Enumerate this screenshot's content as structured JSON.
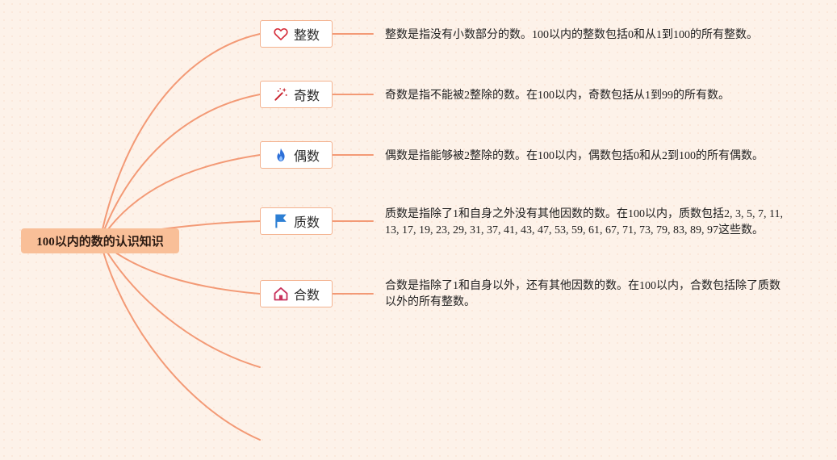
{
  "root": {
    "label": "100以内的数的认识知识"
  },
  "topics": [
    {
      "label": "整数",
      "icon": "heart-outline-icon",
      "description": "整数是指没有小数部分的数。100以内的整数包括0和从1到100的所有整数。"
    },
    {
      "label": "奇数",
      "icon": "magic-wand-icon",
      "description": "奇数是指不能被2整除的数。在100以内，奇数包括从1到99的所有数。"
    },
    {
      "label": "偶数",
      "icon": "flame-icon",
      "description": "偶数是指能够被2整除的数。在100以内，偶数包括0和从2到100的所有偶数。"
    },
    {
      "label": "质数",
      "icon": "flag-icon",
      "description": "质数是指除了1和自身之外没有其他因数的数。在100以内，质数包括2, 3, 5, 7, 11, 13, 17, 19, 23, 29, 31, 37, 41, 43, 47, 53, 59, 61, 67, 71, 73, 79, 83, 89, 97这些数。"
    },
    {
      "label": "合数",
      "icon": "home-icon",
      "description": "合数是指除了1和自身以外，还有其他因数的数。在100以内，合数包括除了质数以外的所有整数。"
    }
  ],
  "colors": {
    "background": "#fdf2e9",
    "branch": "#f39a76",
    "root_fill": "#f9bf98",
    "topic_border": "#f3b28f",
    "heart": "#d62f3c",
    "wand": "#c9232f",
    "flame": "#2c6fd8",
    "flag": "#2d7fd4",
    "home": "#c8325c"
  }
}
